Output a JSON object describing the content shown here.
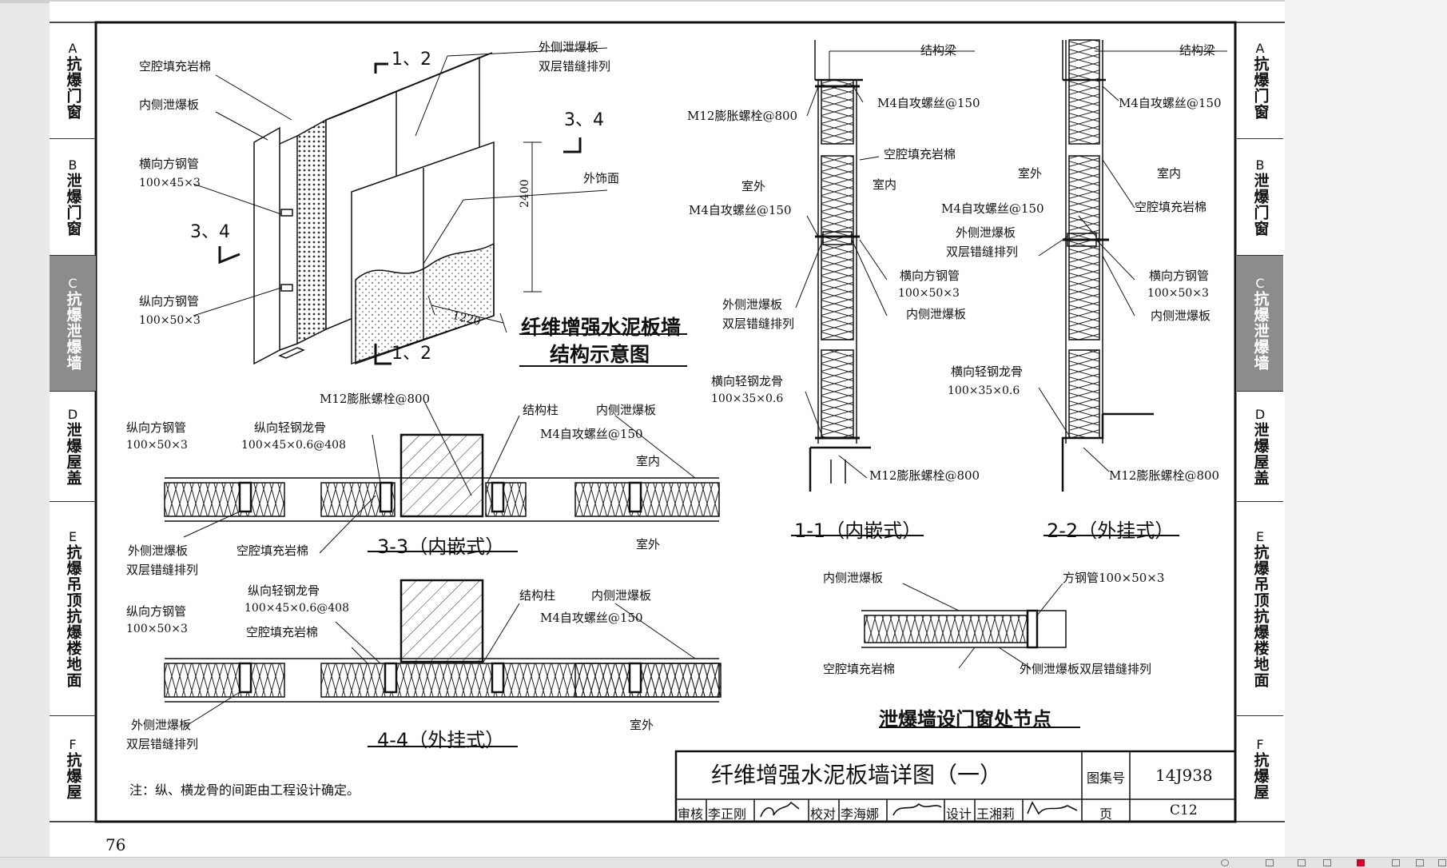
{
  "page_number": "76",
  "tabs": [
    {
      "letter": "A",
      "text": "抗爆门窗",
      "active": false
    },
    {
      "letter": "B",
      "text": "泄爆门窗",
      "active": false
    },
    {
      "letter": "C",
      "text": "抗爆泄爆墙",
      "active": true
    },
    {
      "letter": "D",
      "text": "泄爆屋盖",
      "active": false
    },
    {
      "letter": "E",
      "text": "抗爆吊顶抗爆楼地面",
      "active": false
    },
    {
      "letter": "F",
      "text": "抗爆屋",
      "active": false
    }
  ],
  "iso": {
    "cavity_rockwool": "空腔填充岩棉",
    "outer_panel": "外侧泄爆板",
    "double_staggered": "双层错缝排列",
    "inner_panel": "内侧泄爆板",
    "horiz_steel": "横向方钢管",
    "horiz_steel_size": "100×45×3",
    "vert_steel": "纵向方钢管",
    "vert_steel_size": "100×50×3",
    "outer_finish": "外饰面",
    "cut12": "1、2",
    "cut34": "3、4",
    "dim_height": "2400",
    "dim_width": "1220",
    "title1": "纤维增强水泥板墙",
    "title2": "结构示意图"
  },
  "sec11": {
    "beam": "结构梁",
    "screw": "M4自攻螺丝@150",
    "bolt": "M12膨胀螺栓@800",
    "outside": "室外",
    "inside": "室内",
    "rockwool": "空腔填充岩棉",
    "screw2": "M4自攻螺丝@150",
    "horiz": "横向方钢管",
    "horiz_size": "100×50×3",
    "outer": "外侧泄爆板",
    "double": "双层错缝排列",
    "inner": "内侧泄爆板",
    "keel": "横向轻钢龙骨",
    "keel_size": "100×35×0.6",
    "bolt2": "M12膨胀螺栓@800",
    "title": "1-1（内嵌式）"
  },
  "sec22": {
    "beam": "结构梁",
    "screw": "M4自攻螺丝@150",
    "outside": "室外",
    "inside": "室内",
    "screw2": "M4自攻螺丝@150",
    "rockwool": "空腔填充岩棉",
    "outer": "外侧泄爆板",
    "double": "双层错缝排列",
    "horiz": "横向方钢管",
    "horiz_size": "100×50×3",
    "inner": "内侧泄爆板",
    "keel": "横向轻钢龙骨",
    "keel_size": "100×35×0.6",
    "bolt": "M12膨胀螺栓@800",
    "title": "2-2（外挂式）"
  },
  "sec33": {
    "bolt": "M12膨胀螺栓@800",
    "column": "结构柱",
    "inner": "内侧泄爆板",
    "vert_steel": "纵向方钢管",
    "vert_steel_size": "100×50×3",
    "vert_keel": "纵向轻钢龙骨",
    "vert_keel_size": "100×45×0.6@408",
    "screw": "M4自攻螺丝@150",
    "inside": "室内",
    "outer": "外侧泄爆板",
    "double": "双层错缝排列",
    "rockwool": "空腔填充岩棉",
    "outside": "室外",
    "title": "3-3（内嵌式）"
  },
  "sec44": {
    "vert_keel": "纵向轻钢龙骨",
    "vert_keel_size": "100×45×0.6@408",
    "column": "结构柱",
    "inner": "内侧泄爆板",
    "vert_steel": "纵向方钢管",
    "vert_steel_size": "100×50×3",
    "screw": "M4自攻螺丝@150",
    "rockwool": "空腔填充岩棉",
    "outer": "外侧泄爆板",
    "double": "双层错缝排列",
    "outside": "室外",
    "title": "4-4（外挂式）"
  },
  "door_node": {
    "inner": "内侧泄爆板",
    "steel": "方钢管100×50×3",
    "rockwool": "空腔填充岩棉",
    "outer": "外侧泄爆板双层错缝排列",
    "title": "泄爆墙设门窗处节点"
  },
  "note": "注：纵、横龙骨的间距由工程设计确定。",
  "title_block": {
    "title": "纤维增强水泥板墙详图（一）",
    "atlas_label": "图集号",
    "atlas_no": "14J938",
    "page_label": "页",
    "page_no": "C12",
    "review": "审核",
    "reviewer": "李正刚",
    "check": "校对",
    "checker": "李海娜",
    "design": "设计",
    "designer": "王湘莉"
  }
}
